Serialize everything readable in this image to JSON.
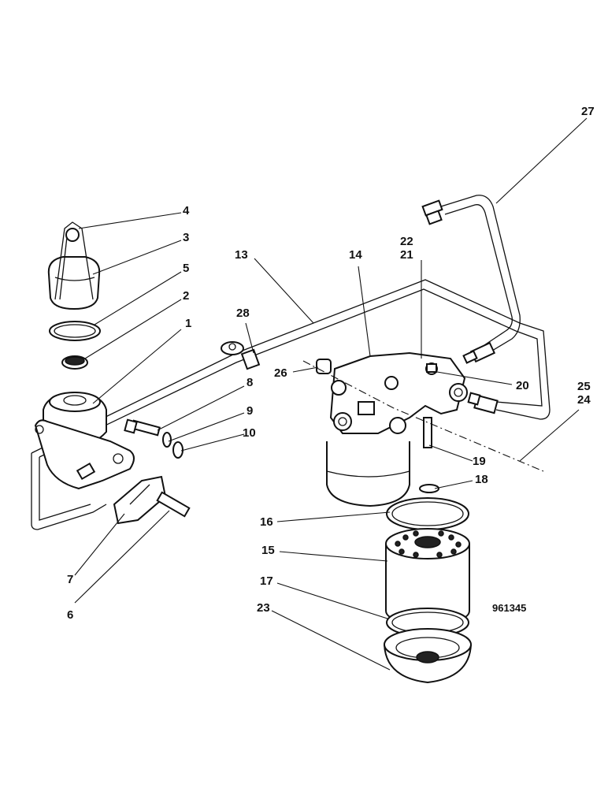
{
  "drawing_number": "961345",
  "callouts": {
    "c1": "1",
    "c2": "2",
    "c3": "3",
    "c4": "4",
    "c5": "5",
    "c6": "6",
    "c7": "7",
    "c8": "8",
    "c9": "9",
    "c10": "10",
    "c13": "13",
    "c14": "14",
    "c15": "15",
    "c16": "16",
    "c17": "17",
    "c18": "18",
    "c19": "19",
    "c20": "20",
    "c21": "21",
    "c22": "22",
    "c23": "23",
    "c24": "24",
    "c25": "25",
    "c26": "26",
    "c27": "27",
    "c28": "28"
  }
}
